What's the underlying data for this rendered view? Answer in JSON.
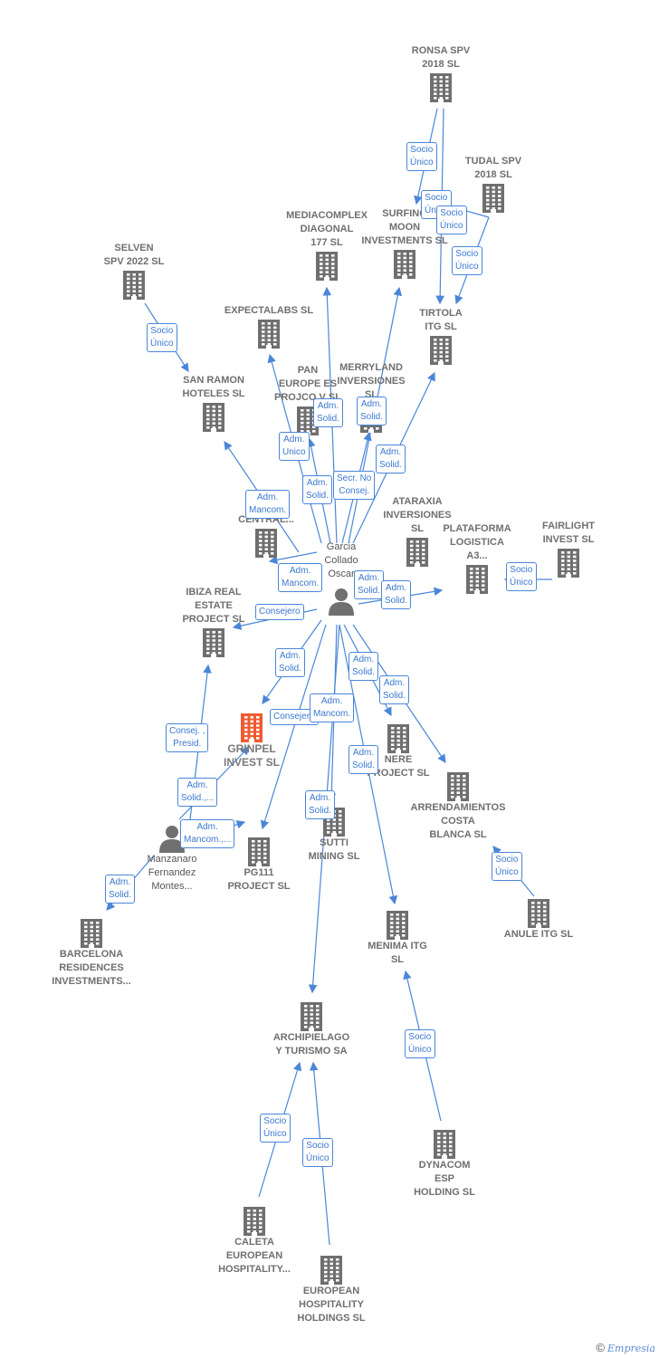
{
  "colors": {
    "edge": "#4a86d8",
    "building": "#6f6f6f",
    "highlight": "#ef5a2f",
    "person": "#707070"
  },
  "nodes": [
    {
      "id": "ronsa",
      "label": "RONSA SPV\n2018  SL",
      "icon": "building-icon"
    },
    {
      "id": "tudal",
      "label": "TUDAL SPV\n2018  SL",
      "icon": "building-icon"
    },
    {
      "id": "mediacomplex",
      "label": "MEDIACOMPLEX\nDIAGONAL\n177  SL",
      "icon": "building-icon"
    },
    {
      "id": "surfing",
      "label": "SURFING\nMOON\nINVESTMENTS SL",
      "icon": "building-icon"
    },
    {
      "id": "selven",
      "label": "SELVEN\nSPV 2022  SL",
      "icon": "building-icon"
    },
    {
      "id": "expectalabs",
      "label": "EXPECTALABS SL",
      "icon": "building-icon"
    },
    {
      "id": "tirtola",
      "label": "TIRTOLA\nITG  SL",
      "icon": "building-icon"
    },
    {
      "id": "pan",
      "label": "PAN\nEUROPE ES\nPROJCO V SL",
      "icon": "building-icon"
    },
    {
      "id": "merryland",
      "label": "MERRYLAND\nINVERSIONES\nSL",
      "icon": "building-icon"
    },
    {
      "id": "sanramon",
      "label": "SAN RAMON\nHOTELES SL",
      "icon": "building-icon"
    },
    {
      "id": "central",
      "label": "CENTRAL...",
      "icon": "building-icon"
    },
    {
      "id": "ataraxia",
      "label": "ATARAXIA\nINVERSIONES\nSL",
      "icon": "building-icon"
    },
    {
      "id": "plataforma",
      "label": "PLATAFORMA\nLOGISTICA\nA3...",
      "icon": "building-icon"
    },
    {
      "id": "fairlight",
      "label": "FAIRLIGHT\nINVEST  SL",
      "icon": "building-icon"
    },
    {
      "id": "garcia",
      "label": "Garcia\nCollado\nOscar",
      "icon": "person-icon"
    },
    {
      "id": "ibiza",
      "label": "IBIZA REAL\nESTATE\nPROJECT  SL",
      "icon": "building-icon"
    },
    {
      "id": "grinpel",
      "label": "GRINPEL\nINVEST  SL",
      "icon": "building-icon"
    },
    {
      "id": "nere",
      "label": "NERE\nPROJECT  SL",
      "icon": "building-icon"
    },
    {
      "id": "arrendamientos",
      "label": "ARRENDAMIENTOS\nCOSTA\nBLANCA SL",
      "icon": "building-icon"
    },
    {
      "id": "manzanaro",
      "label": "Manzanaro\nFernandez\nMontes...",
      "icon": "person-icon"
    },
    {
      "id": "pg111",
      "label": "PG111\nPROJECT  SL",
      "icon": "building-icon"
    },
    {
      "id": "sutti",
      "label": "SUTTI\nMINING SL",
      "icon": "building-icon"
    },
    {
      "id": "barcelona",
      "label": "BARCELONA\nRESIDENCES\nINVESTMENTS...",
      "icon": "building-icon"
    },
    {
      "id": "menima",
      "label": "MENIMA ITG\nSL",
      "icon": "building-icon"
    },
    {
      "id": "anule",
      "label": "ANULE ITG  SL",
      "icon": "building-icon"
    },
    {
      "id": "archipielago",
      "label": "ARCHIPIELAGO\nY TURISMO SA",
      "icon": "building-icon"
    },
    {
      "id": "dynacom",
      "label": "DYNACOM\nESP\nHOLDING  SL",
      "icon": "building-icon"
    },
    {
      "id": "caleta",
      "label": "CALETA\nEUROPEAN\nHOSPITALITY...",
      "icon": "building-icon"
    },
    {
      "id": "european",
      "label": "EUROPEAN\nHOSPITALITY\nHOLDINGS  SL",
      "icon": "building-icon"
    }
  ],
  "edges": [
    {
      "from": "ronsa",
      "to": "surfing",
      "label": "Socio\nÚnico"
    },
    {
      "from": "ronsa",
      "to": "tirtola",
      "label": "Socio\nÚnico"
    },
    {
      "from": "tudal",
      "to": "tirtola",
      "label": "Socio\nÚnico"
    },
    {
      "from": "tudal",
      "to": "surfing",
      "label": "Socio\nÚnico"
    },
    {
      "from": "selven",
      "to": "sanramon",
      "label": "Socio\nÚnico"
    },
    {
      "from": "garcia",
      "to": "mediacomplex",
      "label": "Adm.\nSolid."
    },
    {
      "from": "garcia",
      "to": "surfing",
      "label": "Adm.\nSolid."
    },
    {
      "from": "garcia",
      "to": "tirtola",
      "label": "Adm.\nSolid."
    },
    {
      "from": "garcia",
      "to": "expectalabs",
      "label": "Adm.\nUnico"
    },
    {
      "from": "garcia",
      "to": "pan",
      "label": "Adm.\nSolid."
    },
    {
      "from": "garcia",
      "to": "merryland",
      "label": "Secr.  No\nConsej."
    },
    {
      "from": "garcia",
      "to": "sanramon",
      "label": "Adm.\nMancom."
    },
    {
      "from": "garcia",
      "to": "central",
      "label": "Adm.\nMancom."
    },
    {
      "from": "garcia",
      "to": "ataraxia",
      "label": "Adm.\nSolid."
    },
    {
      "from": "garcia",
      "to": "plataforma",
      "label": "Adm.\nSolid."
    },
    {
      "from": "fairlight",
      "to": "plataforma",
      "label": "Socio\nÚnico"
    },
    {
      "from": "garcia",
      "to": "ibiza",
      "label": "Consejero"
    },
    {
      "from": "garcia",
      "to": "grinpel",
      "label": "Adm.\nSolid."
    },
    {
      "from": "garcia",
      "to": "pg111",
      "label": "Consejero"
    },
    {
      "from": "garcia",
      "to": "sutti",
      "label": "Adm.\nMancom."
    },
    {
      "from": "garcia",
      "to": "nere",
      "label": "Adm.\nSolid."
    },
    {
      "from": "garcia",
      "to": "arrendamientos",
      "label": "Adm.\nSolid."
    },
    {
      "from": "garcia",
      "to": "menima",
      "label": "Adm.\nSolid."
    },
    {
      "from": "garcia",
      "to": "archipielago",
      "label": "Adm.\nSolid."
    },
    {
      "from": "manzanaro",
      "to": "ibiza",
      "label": "Consej. ,\nPresid."
    },
    {
      "from": "manzanaro",
      "to": "grinpel",
      "label": "Adm.\nSolid.,..."
    },
    {
      "from": "manzanaro",
      "to": "pg111",
      "label": "Adm.\nMancom.,..."
    },
    {
      "from": "manzanaro",
      "to": "barcelona",
      "label": "Adm.\nSolid."
    },
    {
      "from": "anule",
      "to": "arrendamientos",
      "label": "Socio\nÚnico"
    },
    {
      "from": "dynacom",
      "to": "menima",
      "label": "Socio\nÚnico"
    },
    {
      "from": "caleta",
      "to": "archipielago",
      "label": "Socio\nÚnico"
    },
    {
      "from": "european",
      "to": "archipielago",
      "label": "Socio\nÚnico"
    }
  ],
  "footer": {
    "copyright": "©",
    "brand": "Empresia"
  }
}
